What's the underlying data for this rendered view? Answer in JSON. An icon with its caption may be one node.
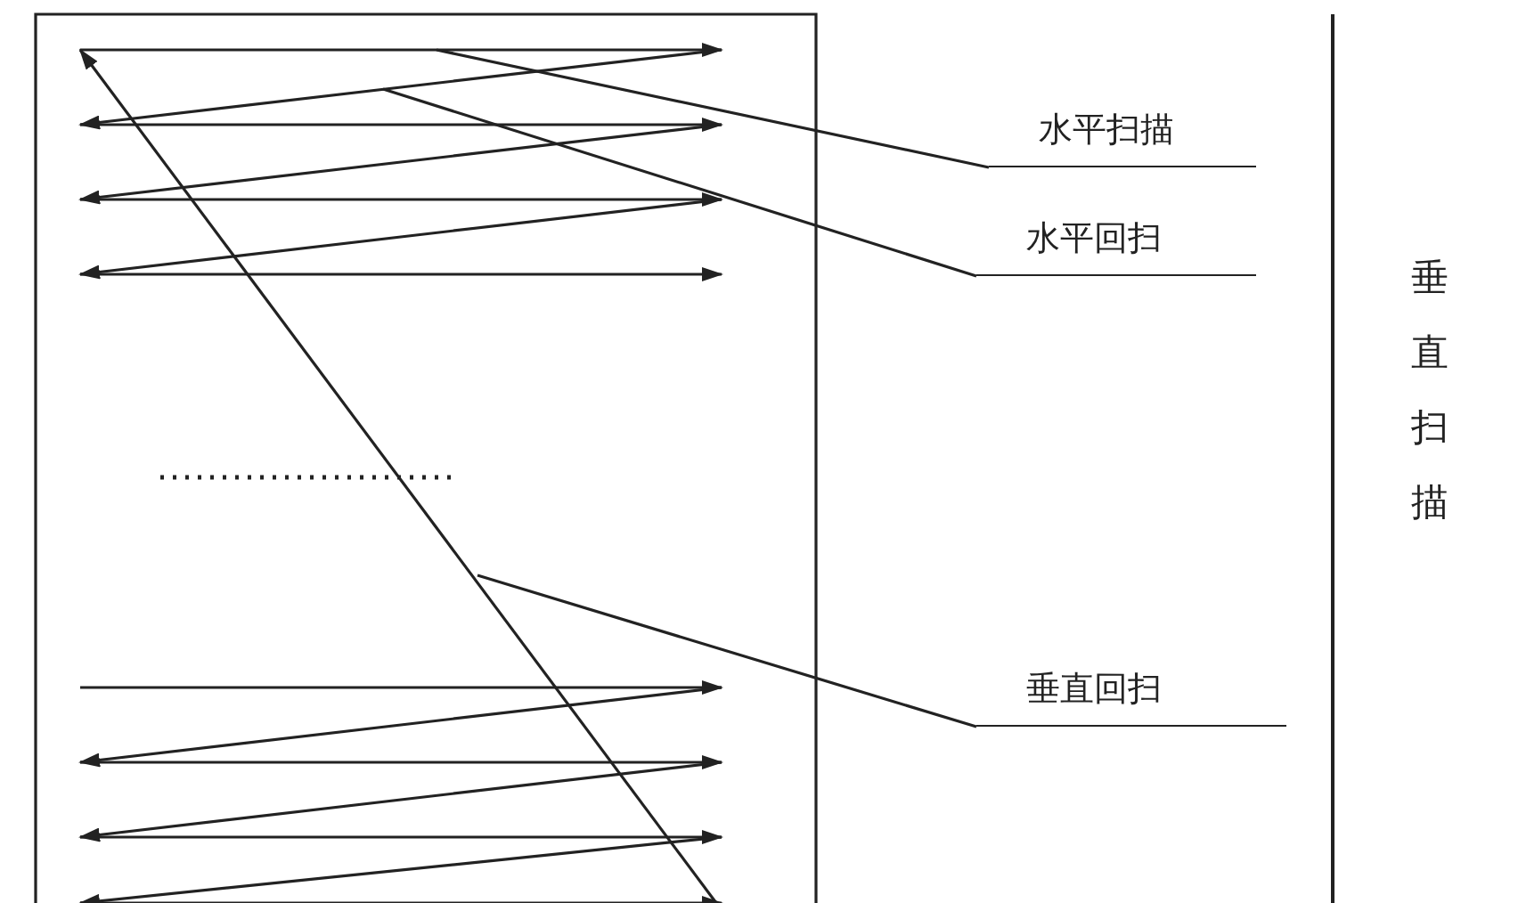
{
  "diagram": {
    "nodes": [
      {
        "text": [
          "水平扫描"
        ]
      },
      {
        "text": [
          "水平回扫"
        ]
      },
      {
        "text": [
          "垂直回扫"
        ]
      }
    ],
    "edges": [
      {
        "from": 0,
        "to": null,
        "arrow": "none"
      },
      {
        "from": 1,
        "to": null,
        "arrow": "none"
      },
      {
        "from": 2,
        "to": null,
        "arrow": "none"
      }
    ],
    "labels": [
      "垂直扫描"
    ]
  }
}
